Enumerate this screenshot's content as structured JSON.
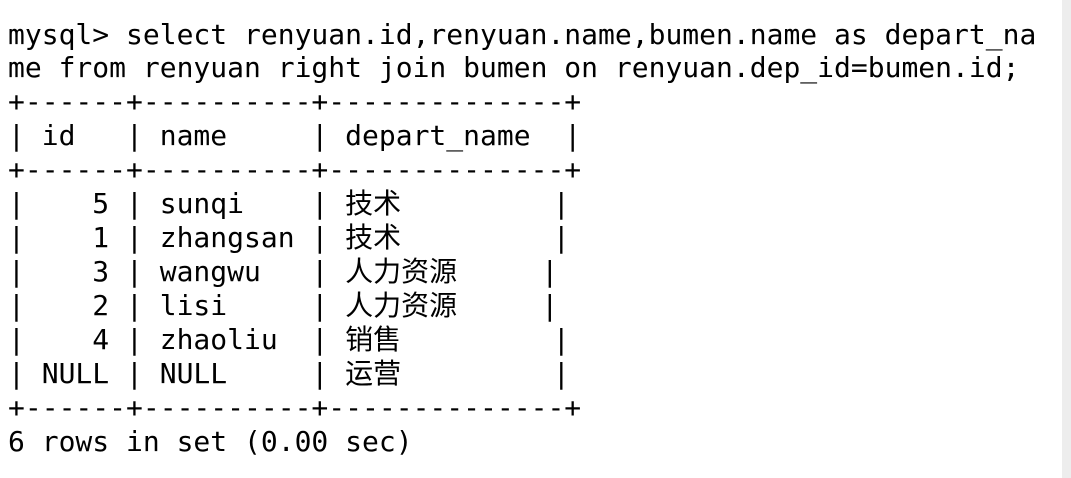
{
  "terminal": {
    "prompt": "mysql>",
    "command_line_1": "mysql> select renyuan.id,renyuan.name,bumen.name as depart_na",
    "command_line_2": "me from renyuan right join bumen on renyuan.dep_id=bumen.id;",
    "border": "+------+----------+--------------+",
    "header_row": "| id   | name     | depart_name  |",
    "rows": [
      {
        "id": "5",
        "name": "sunqi",
        "depart_name": "技术"
      },
      {
        "id": "1",
        "name": "zhangsan",
        "depart_name": "技术"
      },
      {
        "id": "3",
        "name": "wangwu",
        "depart_name": "人力资源"
      },
      {
        "id": "2",
        "name": "lisi",
        "depart_name": "人力资源"
      },
      {
        "id": "4",
        "name": "zhaoliu",
        "depart_name": "销售"
      },
      {
        "id": "NULL",
        "name": "NULL",
        "depart_name": "运营"
      }
    ],
    "row_lines": [
      "|    5 | sunqi    | 技术         |",
      "|    1 | zhangsan | 技术         |",
      "|    3 | wangwu   | 人力资源     |",
      "|    2 | lisi     | 人力资源     |",
      "|    4 | zhaoliu  | 销售         |",
      "| NULL | NULL     | 运营         |"
    ],
    "footer": "6 rows in set (0.00 sec)"
  }
}
